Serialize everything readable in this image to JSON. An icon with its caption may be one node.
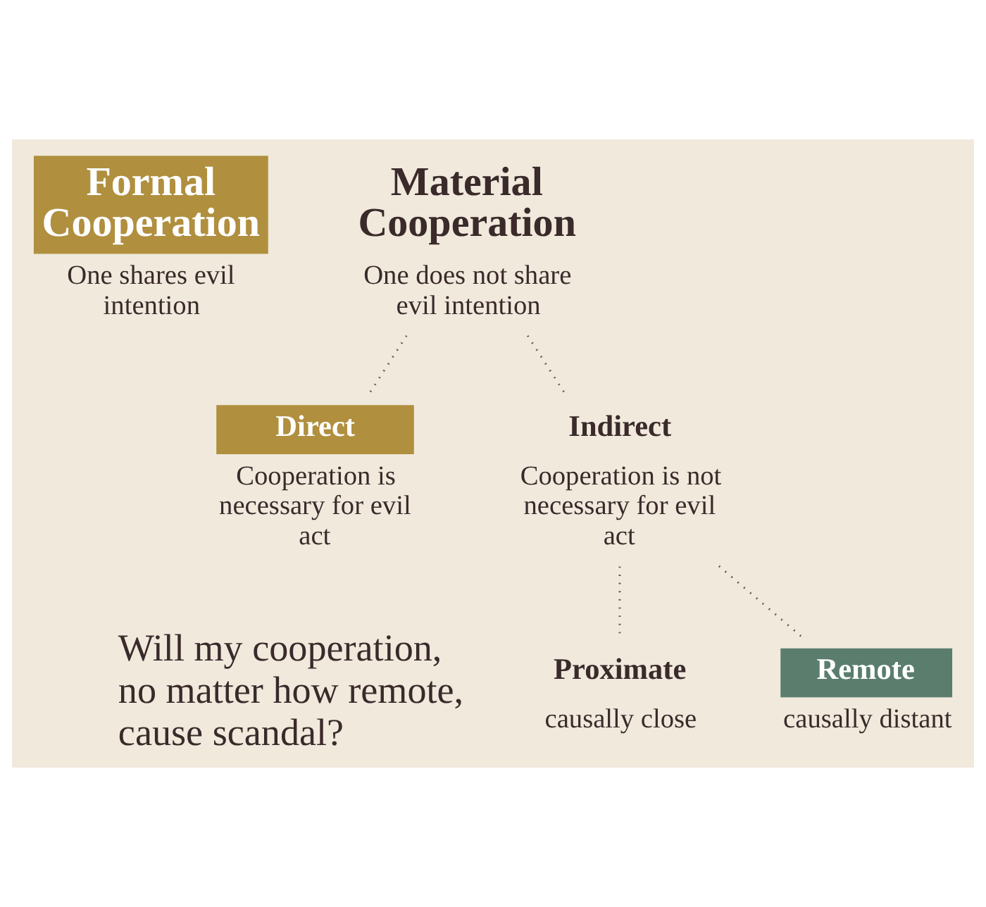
{
  "diagram": {
    "nodes": [
      {
        "text": [
          "Formal Cooperation"
        ],
        "beside": [
          "One shares evil intention"
        ]
      },
      {
        "text": [
          "Material Cooperation"
        ],
        "beside": [
          "One does not share evil intention"
        ]
      },
      {
        "text": [
          "Direct"
        ],
        "beside": [
          "Cooperation is necessary for evil act"
        ]
      },
      {
        "text": [
          "Indirect"
        ],
        "beside": [
          "Cooperation is not necessary for evil act"
        ]
      },
      {
        "text": [
          "Proximate"
        ],
        "beside": [
          "causally close"
        ]
      },
      {
        "text": [
          "Remote"
        ],
        "beside": [
          "causally distant"
        ]
      }
    ],
    "edges": [
      {
        "from": 1,
        "to": 2,
        "arrow": "none"
      },
      {
        "from": 1,
        "to": 3,
        "arrow": "none"
      },
      {
        "from": 3,
        "to": 4,
        "arrow": "none"
      },
      {
        "from": 3,
        "to": 5,
        "arrow": "none"
      }
    ],
    "labels": [
      "Will my cooperation, no matter how remote, cause scandal?"
    ]
  }
}
